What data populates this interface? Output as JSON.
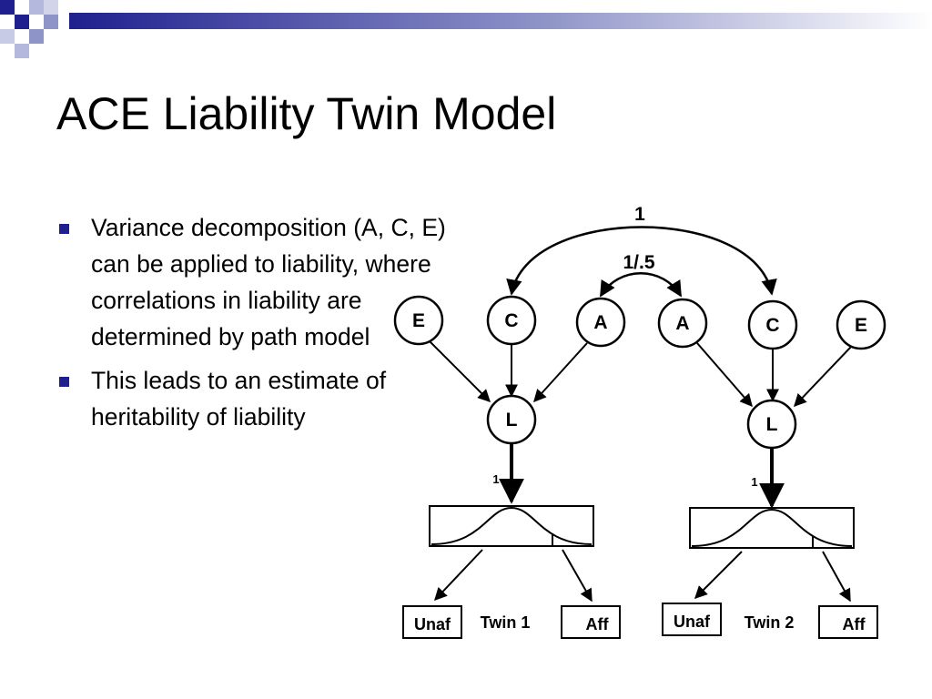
{
  "slide": {
    "title": "ACE Liability Twin Model",
    "bullets": [
      "Variance decomposition (A, C, E) can be applied to liability, where correlations in liability are determined by path model",
      "This leads to an estimate of heritability of liability"
    ]
  },
  "diagram": {
    "c_correlation": "1",
    "a_correlation": "1/.5",
    "twin1": {
      "e": "E",
      "c": "C",
      "a": "A",
      "l": "L",
      "threshold_path": "1",
      "unaffected": "Unaf",
      "affected": "Aff",
      "label": "Twin 1"
    },
    "twin2": {
      "e": "E",
      "c": "C",
      "a": "A",
      "l": "L",
      "threshold_path": "1",
      "unaffected": "Unaf",
      "affected": "Aff",
      "label": "Twin 2"
    }
  },
  "colors": {
    "accent": "#1f1f8f",
    "accent_light": "#8f94c8",
    "text": "#000000"
  }
}
